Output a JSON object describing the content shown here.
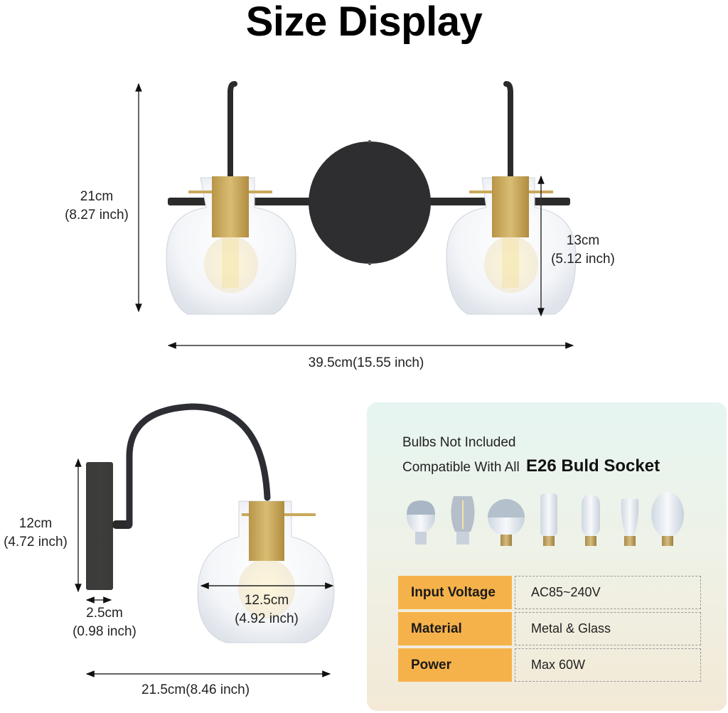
{
  "title": "Size Display",
  "front_view": {
    "height_label": {
      "cm": "21cm",
      "inch": "(8.27 inch)"
    },
    "shade_height_label": {
      "cm": "13cm",
      "inch": "(5.12 inch)"
    },
    "width_label": "39.5cm(15.55 inch)"
  },
  "side_view": {
    "height_label": {
      "cm": "12cm",
      "inch": "(4.72 inch)"
    },
    "base_depth_label": {
      "cm": "2.5cm",
      "inch": "(0.98 inch)"
    },
    "shade_width_label": {
      "cm": "12.5cm",
      "inch": "(4.92 inch)"
    },
    "extension_label": "21.5cm(8.46 inch)"
  },
  "spec_panel": {
    "line1": "Bulbs Not Included",
    "line2_prefix": "Compatible With All",
    "line2_bold": "E26 Buld Socket",
    "bulb_types": [
      "a19-mirror-top-bulb",
      "st64-edison-bulb",
      "g25-globe-bulb",
      "t10-tube-bulb",
      "t14-tubular-bulb",
      "st58-edison-bulb",
      "ed-oval-bulb"
    ],
    "specs": [
      {
        "key": "Input Voltage",
        "value": "AC85~240V"
      },
      {
        "key": "Material",
        "value": "Metal & Glass"
      },
      {
        "key": "Power",
        "value": "Max 60W"
      }
    ]
  },
  "colors": {
    "accent_orange": "#f6b24a",
    "fixture_black": "#2b2b2b",
    "brass": "#c9a95a"
  }
}
